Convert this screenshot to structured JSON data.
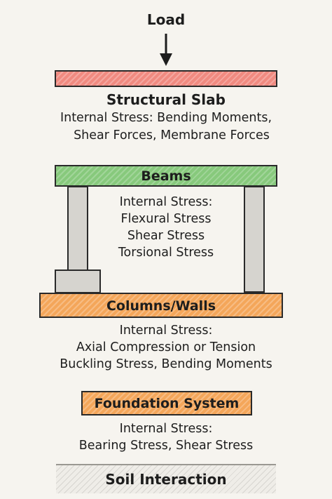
{
  "load": {
    "label": "Load"
  },
  "slab": {
    "label": "Structural Slab",
    "stress_lines": [
      "Internal Stress: Bending Moments,",
      "Shear Forces, Membrane Forces"
    ],
    "color": "#f08a80"
  },
  "beams": {
    "label": "Beams",
    "stress_lines": [
      "Internal Stress:",
      "Flexural Stress",
      "Shear Stress",
      "Torsional Stress"
    ],
    "color": "#87c97c"
  },
  "columns": {
    "label": "Columns/Walls",
    "stress_lines": [
      "Internal Stress:",
      "Axial Compression or Tension",
      "Buckling Stress, Bending Moments"
    ],
    "color": "#f4a65a"
  },
  "foundation": {
    "label": "Foundation System",
    "stress_lines": [
      "Internal Stress:",
      "Bearing Stress, Shear Stress"
    ],
    "color": "#f4a65a"
  },
  "soil": {
    "label": "Soil Interaction"
  }
}
